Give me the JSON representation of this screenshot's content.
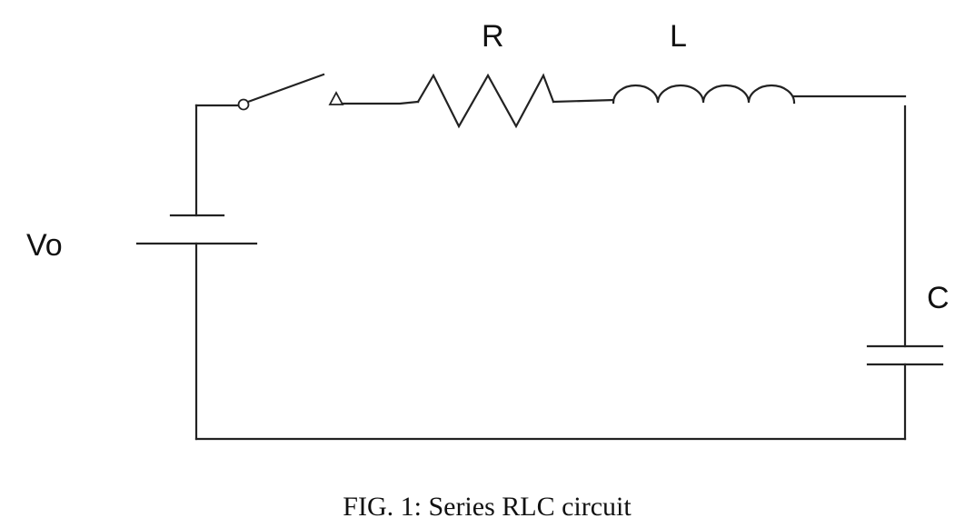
{
  "labels": {
    "source": "Vo",
    "resistor": "R",
    "inductor": "L",
    "capacitor": "C"
  },
  "caption": "FIG. 1: Series RLC circuit"
}
